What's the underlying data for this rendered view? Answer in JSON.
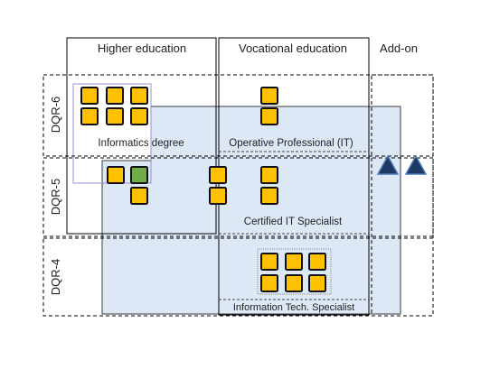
{
  "columns": {
    "higher": "Higher education",
    "vocational": "Vocational education",
    "addon": "Add-on"
  },
  "rows": {
    "dqr6": "DQR-6",
    "dqr5": "DQR-5",
    "dqr4": "DQR-4"
  },
  "labels": {
    "informatics": "Informatics degree",
    "operative": "Operative Professional  (IT)",
    "certified": "Certified IT Specialist",
    "infotech": "Information Tech. Specialist"
  },
  "colors": {
    "square_fill": "#ffc000",
    "square_green": "#70ad47",
    "region_fill": "#dce8f5",
    "triangle_fill": "#1f3864",
    "triangle_stroke": "#4a7ab5"
  }
}
